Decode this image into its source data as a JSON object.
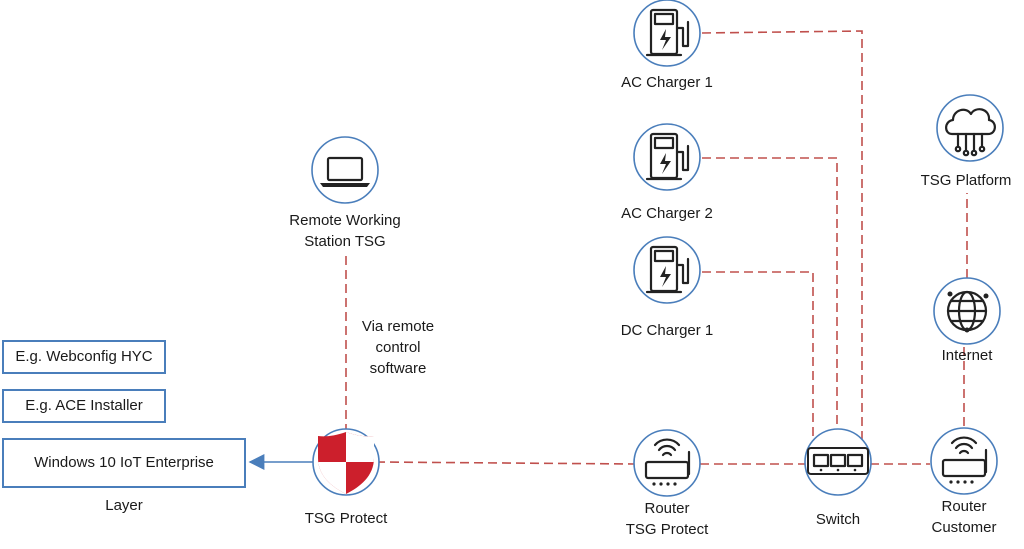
{
  "layers": [
    {
      "label": "E.g. Webconfig HYC"
    },
    {
      "label": "E.g. ACE Installer"
    },
    {
      "label": "Windows 10 IoT Enterprise"
    }
  ],
  "layer_caption": "Layer",
  "nodes": {
    "remote_station": {
      "line1": "Remote Working",
      "line2": "Station TSG",
      "icon": "laptop-icon"
    },
    "tsg_protect": {
      "label": "TSG Protect",
      "icon": "shield-icon"
    },
    "router_tsg": {
      "line1": "Router",
      "line2": "TSG Protect",
      "icon": "router-icon"
    },
    "switch": {
      "label": "Switch",
      "icon": "switch-icon"
    },
    "router_customer": {
      "line1": "Router",
      "line2": "Customer",
      "icon": "router-icon"
    },
    "ac_charger_1": {
      "label": "AC Charger 1",
      "icon": "ev-charger-icon"
    },
    "ac_charger_2": {
      "label": "AC Charger 2",
      "icon": "ev-charger-icon"
    },
    "dc_charger_1": {
      "label": "DC Charger 1",
      "icon": "ev-charger-icon"
    },
    "tsg_platform": {
      "label": "TSG Platform",
      "icon": "cloud-icon"
    },
    "internet": {
      "label": "Internet",
      "icon": "globe-icon"
    }
  },
  "remote_link_note": {
    "line1": "Via remote",
    "line2": "control",
    "line3": "software"
  },
  "colors": {
    "link": "#c0504d",
    "ring": "#4a7ebb",
    "arrow": "#4a7ebb",
    "shield": "#cc1f2c"
  }
}
